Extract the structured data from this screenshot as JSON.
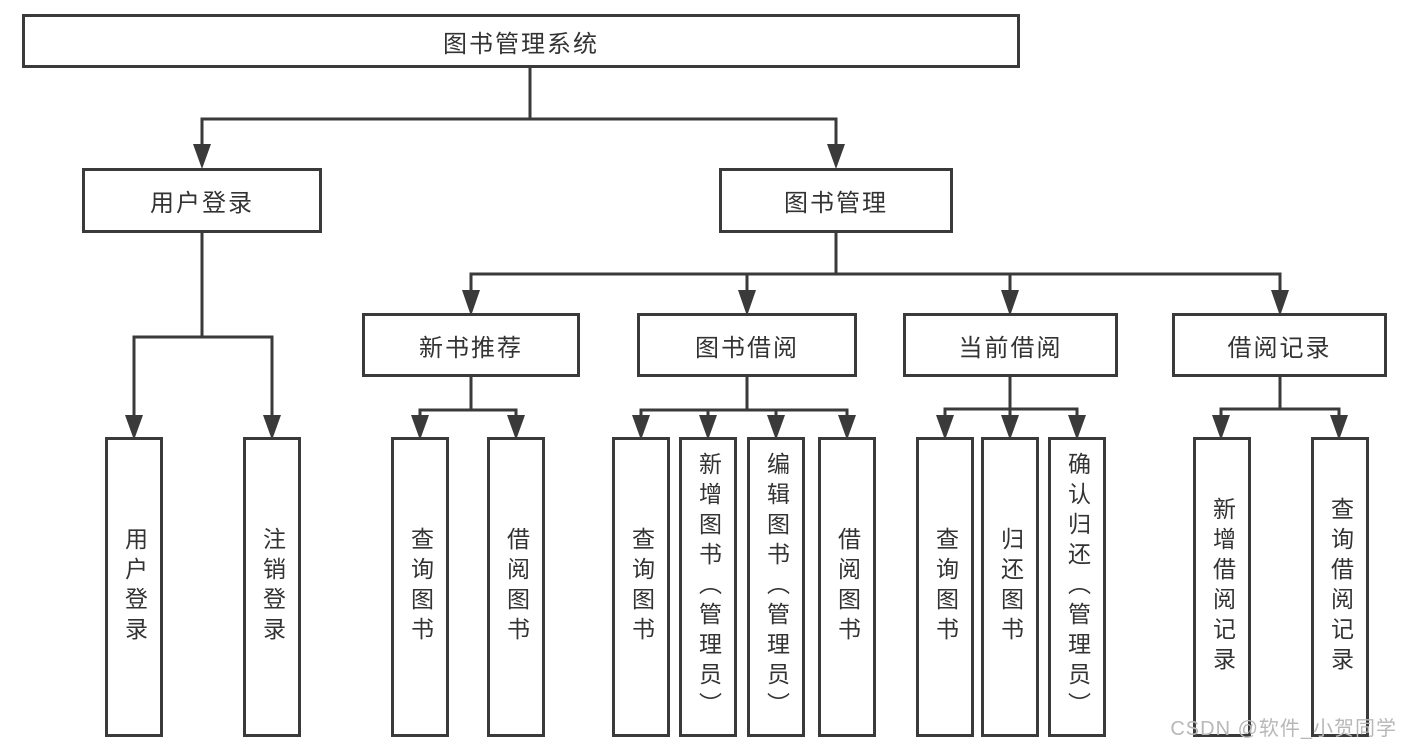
{
  "tree": {
    "root": "图书管理系统",
    "level2": [
      {
        "label": "用户登录",
        "leaves": [
          "用户登录",
          "注销登录"
        ]
      },
      {
        "label": "图书管理",
        "groups": [
          {
            "label": "新书推荐",
            "leaves": [
              "查询图书",
              "借阅图书"
            ]
          },
          {
            "label": "图书借阅",
            "leaves": [
              "查询图书",
              "新增图书（管理员）",
              "编辑图书（管理员）",
              "借阅图书"
            ]
          },
          {
            "label": "当前借阅",
            "leaves": [
              "查询图书",
              "归还图书",
              "确认归还（管理员）"
            ]
          },
          {
            "label": "借阅记录",
            "leaves": [
              "新增借阅记录",
              "查询借阅记录"
            ]
          }
        ]
      }
    ]
  },
  "watermark": "CSDN @软件_小贺同学",
  "colors": {
    "line": "#3a3a3a",
    "text": "#333333",
    "watermark": "#b8b8b8",
    "background": "#ffffff"
  }
}
